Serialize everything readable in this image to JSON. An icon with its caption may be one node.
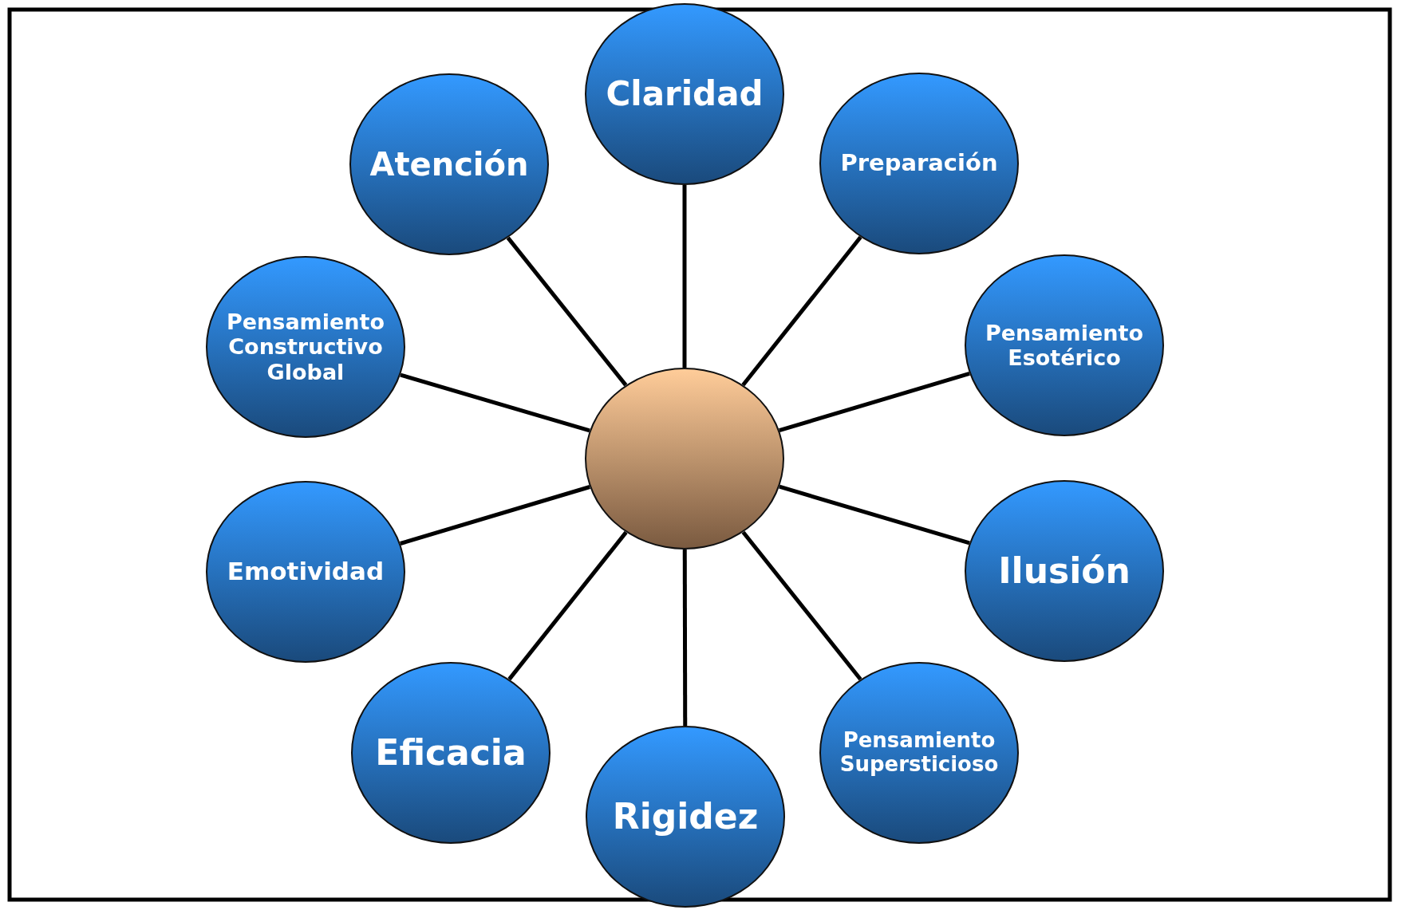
{
  "diagram": {
    "nodes": [
      {
        "text": [],
        "shape": "circle"
      },
      {
        "text": [
          "Claridad"
        ]
      },
      {
        "text": [
          "Atención"
        ]
      },
      {
        "text": [
          "Preparación"
        ]
      },
      {
        "text": [
          "Pensamiento Constructivo Global"
        ]
      },
      {
        "text": [
          "Pensamiento Esotérico"
        ]
      },
      {
        "text": [
          "Emotividad"
        ]
      },
      {
        "text": [
          "Ilusión"
        ]
      },
      {
        "text": [
          "Eficacia"
        ]
      },
      {
        "text": [
          "Pensamiento Supersticioso"
        ]
      },
      {
        "text": [
          "Rigidez"
        ]
      }
    ],
    "edges": [
      {
        "from": 0,
        "to": 1,
        "arrow": "none"
      },
      {
        "from": 0,
        "to": 2,
        "arrow": "none"
      },
      {
        "from": 0,
        "to": 3,
        "arrow": "none"
      },
      {
        "from": 0,
        "to": 4,
        "arrow": "none"
      },
      {
        "from": 0,
        "to": 5,
        "arrow": "none"
      },
      {
        "from": 0,
        "to": 6,
        "arrow": "none"
      },
      {
        "from": 0,
        "to": 7,
        "arrow": "none"
      },
      {
        "from": 0,
        "to": 8,
        "arrow": "none"
      },
      {
        "from": 0,
        "to": 9,
        "arrow": "none"
      },
      {
        "from": 0,
        "to": 10,
        "arrow": "none"
      }
    ]
  }
}
